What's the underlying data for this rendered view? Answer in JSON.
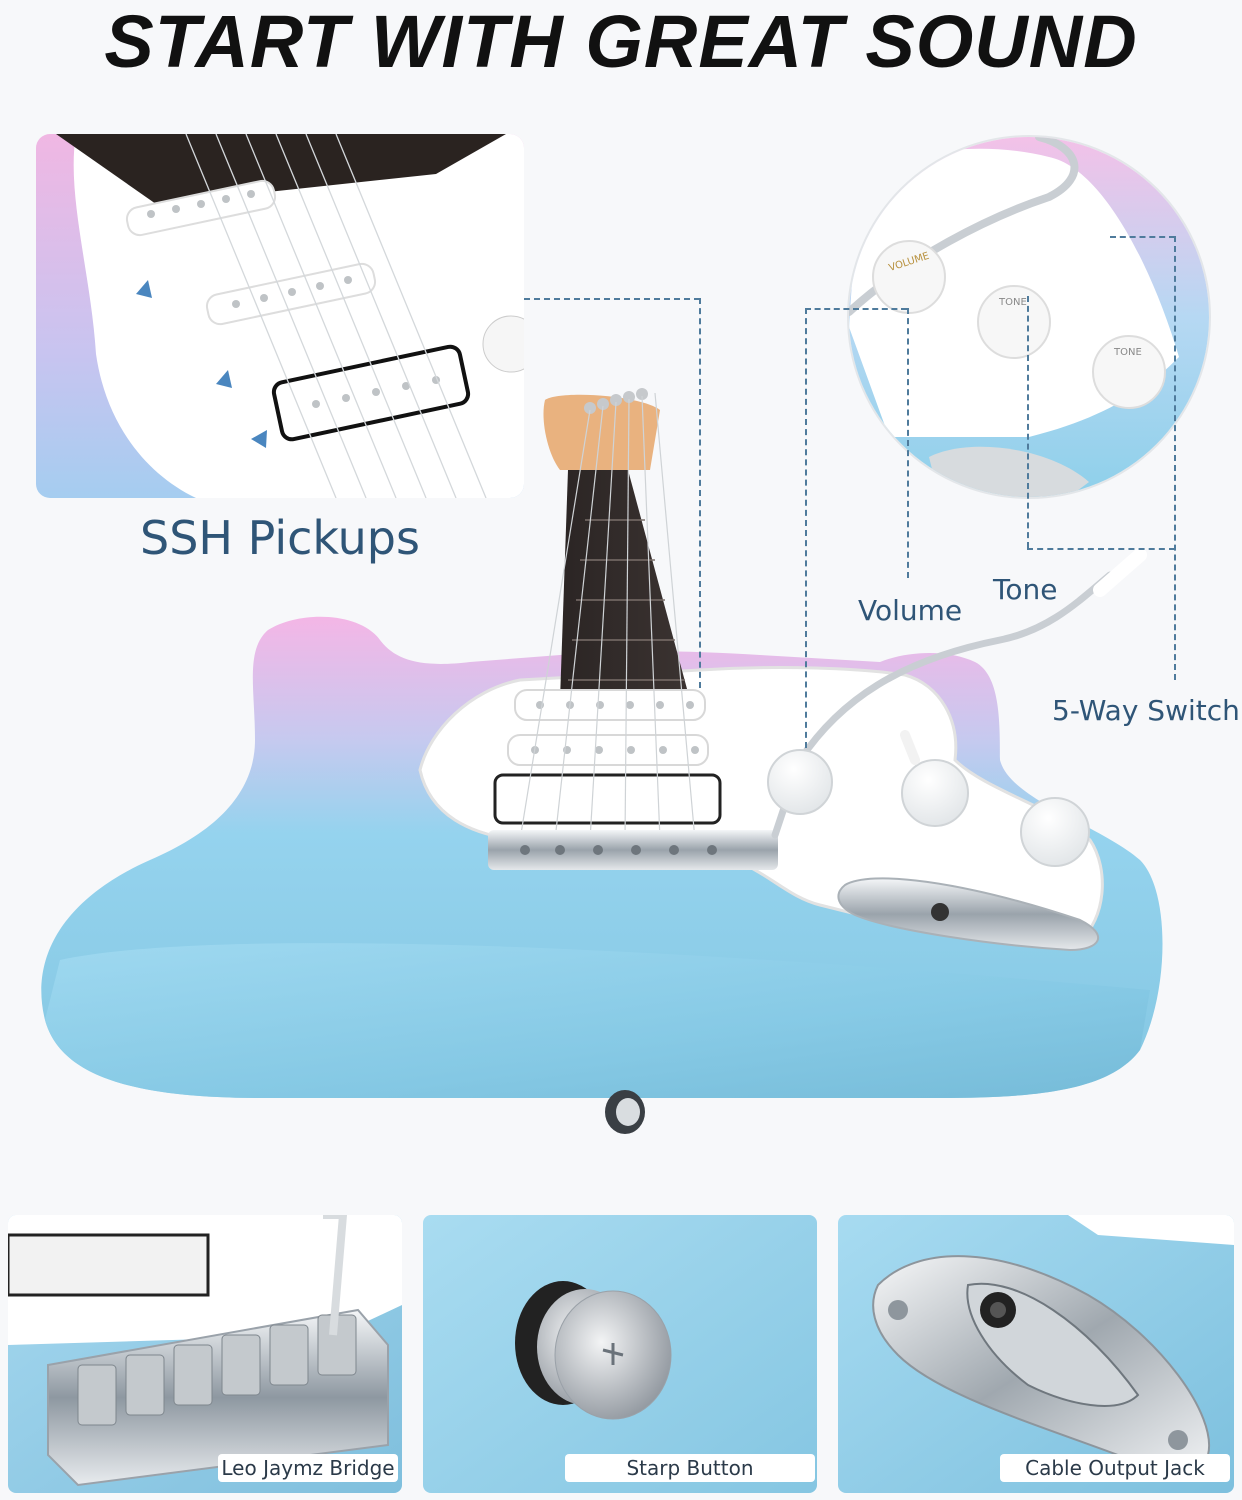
{
  "headline": "START WITH GREAT SOUND",
  "callouts": {
    "ssh_pickups": "SSH Pickups",
    "volume": "Volume",
    "tone": "Tone",
    "switch": "5-Way Switch"
  },
  "panels": [
    {
      "caption": "Leo Jaymz Bridge"
    },
    {
      "caption": "Starp Button"
    },
    {
      "caption": "Cable Output Jack"
    }
  ],
  "knob_text": {
    "volume": "VOLUME",
    "tone": "TONE"
  },
  "colors": {
    "body_blue": "#8fd0ea",
    "body_pink": "#f3b9e4",
    "pickguard": "#ffffff",
    "callout": "#2f5577"
  }
}
